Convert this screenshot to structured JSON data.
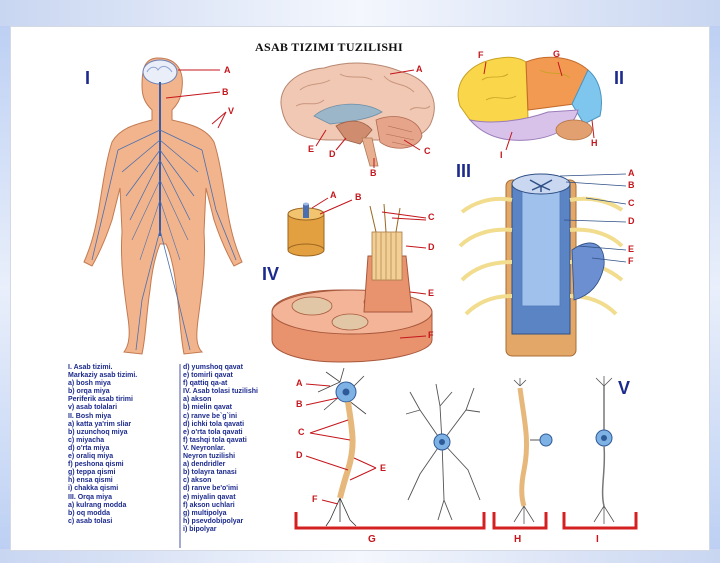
{
  "title": "ASAB TIZIMI TUZILISHI",
  "section_numbers": {
    "s1": "I",
    "s2": "II",
    "s3": "III",
    "s4": "IV",
    "s5": "V"
  },
  "labels": {
    "body": [
      "A",
      "B",
      "V"
    ],
    "brain_section": [
      "A",
      "E",
      "D",
      "B",
      "C"
    ],
    "brain_lobes": [
      "F",
      "G",
      "I",
      "H"
    ],
    "spinal": [
      "A",
      "B",
      "C",
      "D",
      "E",
      "F"
    ],
    "nerve": [
      "A",
      "B",
      "C",
      "D",
      "E",
      "F"
    ],
    "neurons": [
      "A",
      "B",
      "C",
      "D",
      "E",
      "F",
      "G",
      "H",
      "I"
    ]
  },
  "legend_left": [
    "I. Asab tizimi.",
    "Markaziy asab tizimi.",
    "a) bosh miya",
    "b) orqa miya",
    "Periferik asab tirimi",
    "v) asab tolalari",
    "II. Bosh miya",
    "a) katta ya'rim sliar",
    "b) uzunchoq miya",
    "c) miyacha",
    "d) o'rta miya",
    "e) oraliq miya",
    "f) peshona qismi",
    "g) teppa qismi",
    "h) ensa qismi",
    "i) chakka qismi",
    "III. Orqa miya",
    "a) kulrang modda",
    "b) oq modda",
    "c) asab tolasi"
  ],
  "legend_right": [
    "d) yumshoq qavat",
    "e) tomirli qavat",
    "f) qattiq qa-at",
    "IV. Asab tolasi tuzilishi",
    "a) akson",
    "b) mielin qavat",
    "c) ranve be`g`ini",
    "d) ichki tola qavati",
    "e) o'rta tola qavati",
    "f) tashqi tola qavati",
    "V. Neyronlar.",
    "Neyron tuzilishi",
    "a) dendridler",
    "b) tolayra tanasi",
    "c) akson",
    "d) ranve be'o'imi",
    "e) miyalin qavat",
    "f) akson uchlari",
    "g) multipolya",
    "h) psevdobipolyar",
    "i) bipolyar"
  ],
  "colors": {
    "label_red": "#c4161c",
    "roman_blue": "#1c2a8c",
    "skin": "#f2b48c",
    "nerve_blue": "#4a6fb0",
    "brain_pink": "#f0c8b4",
    "bracket_red": "#d42020"
  }
}
